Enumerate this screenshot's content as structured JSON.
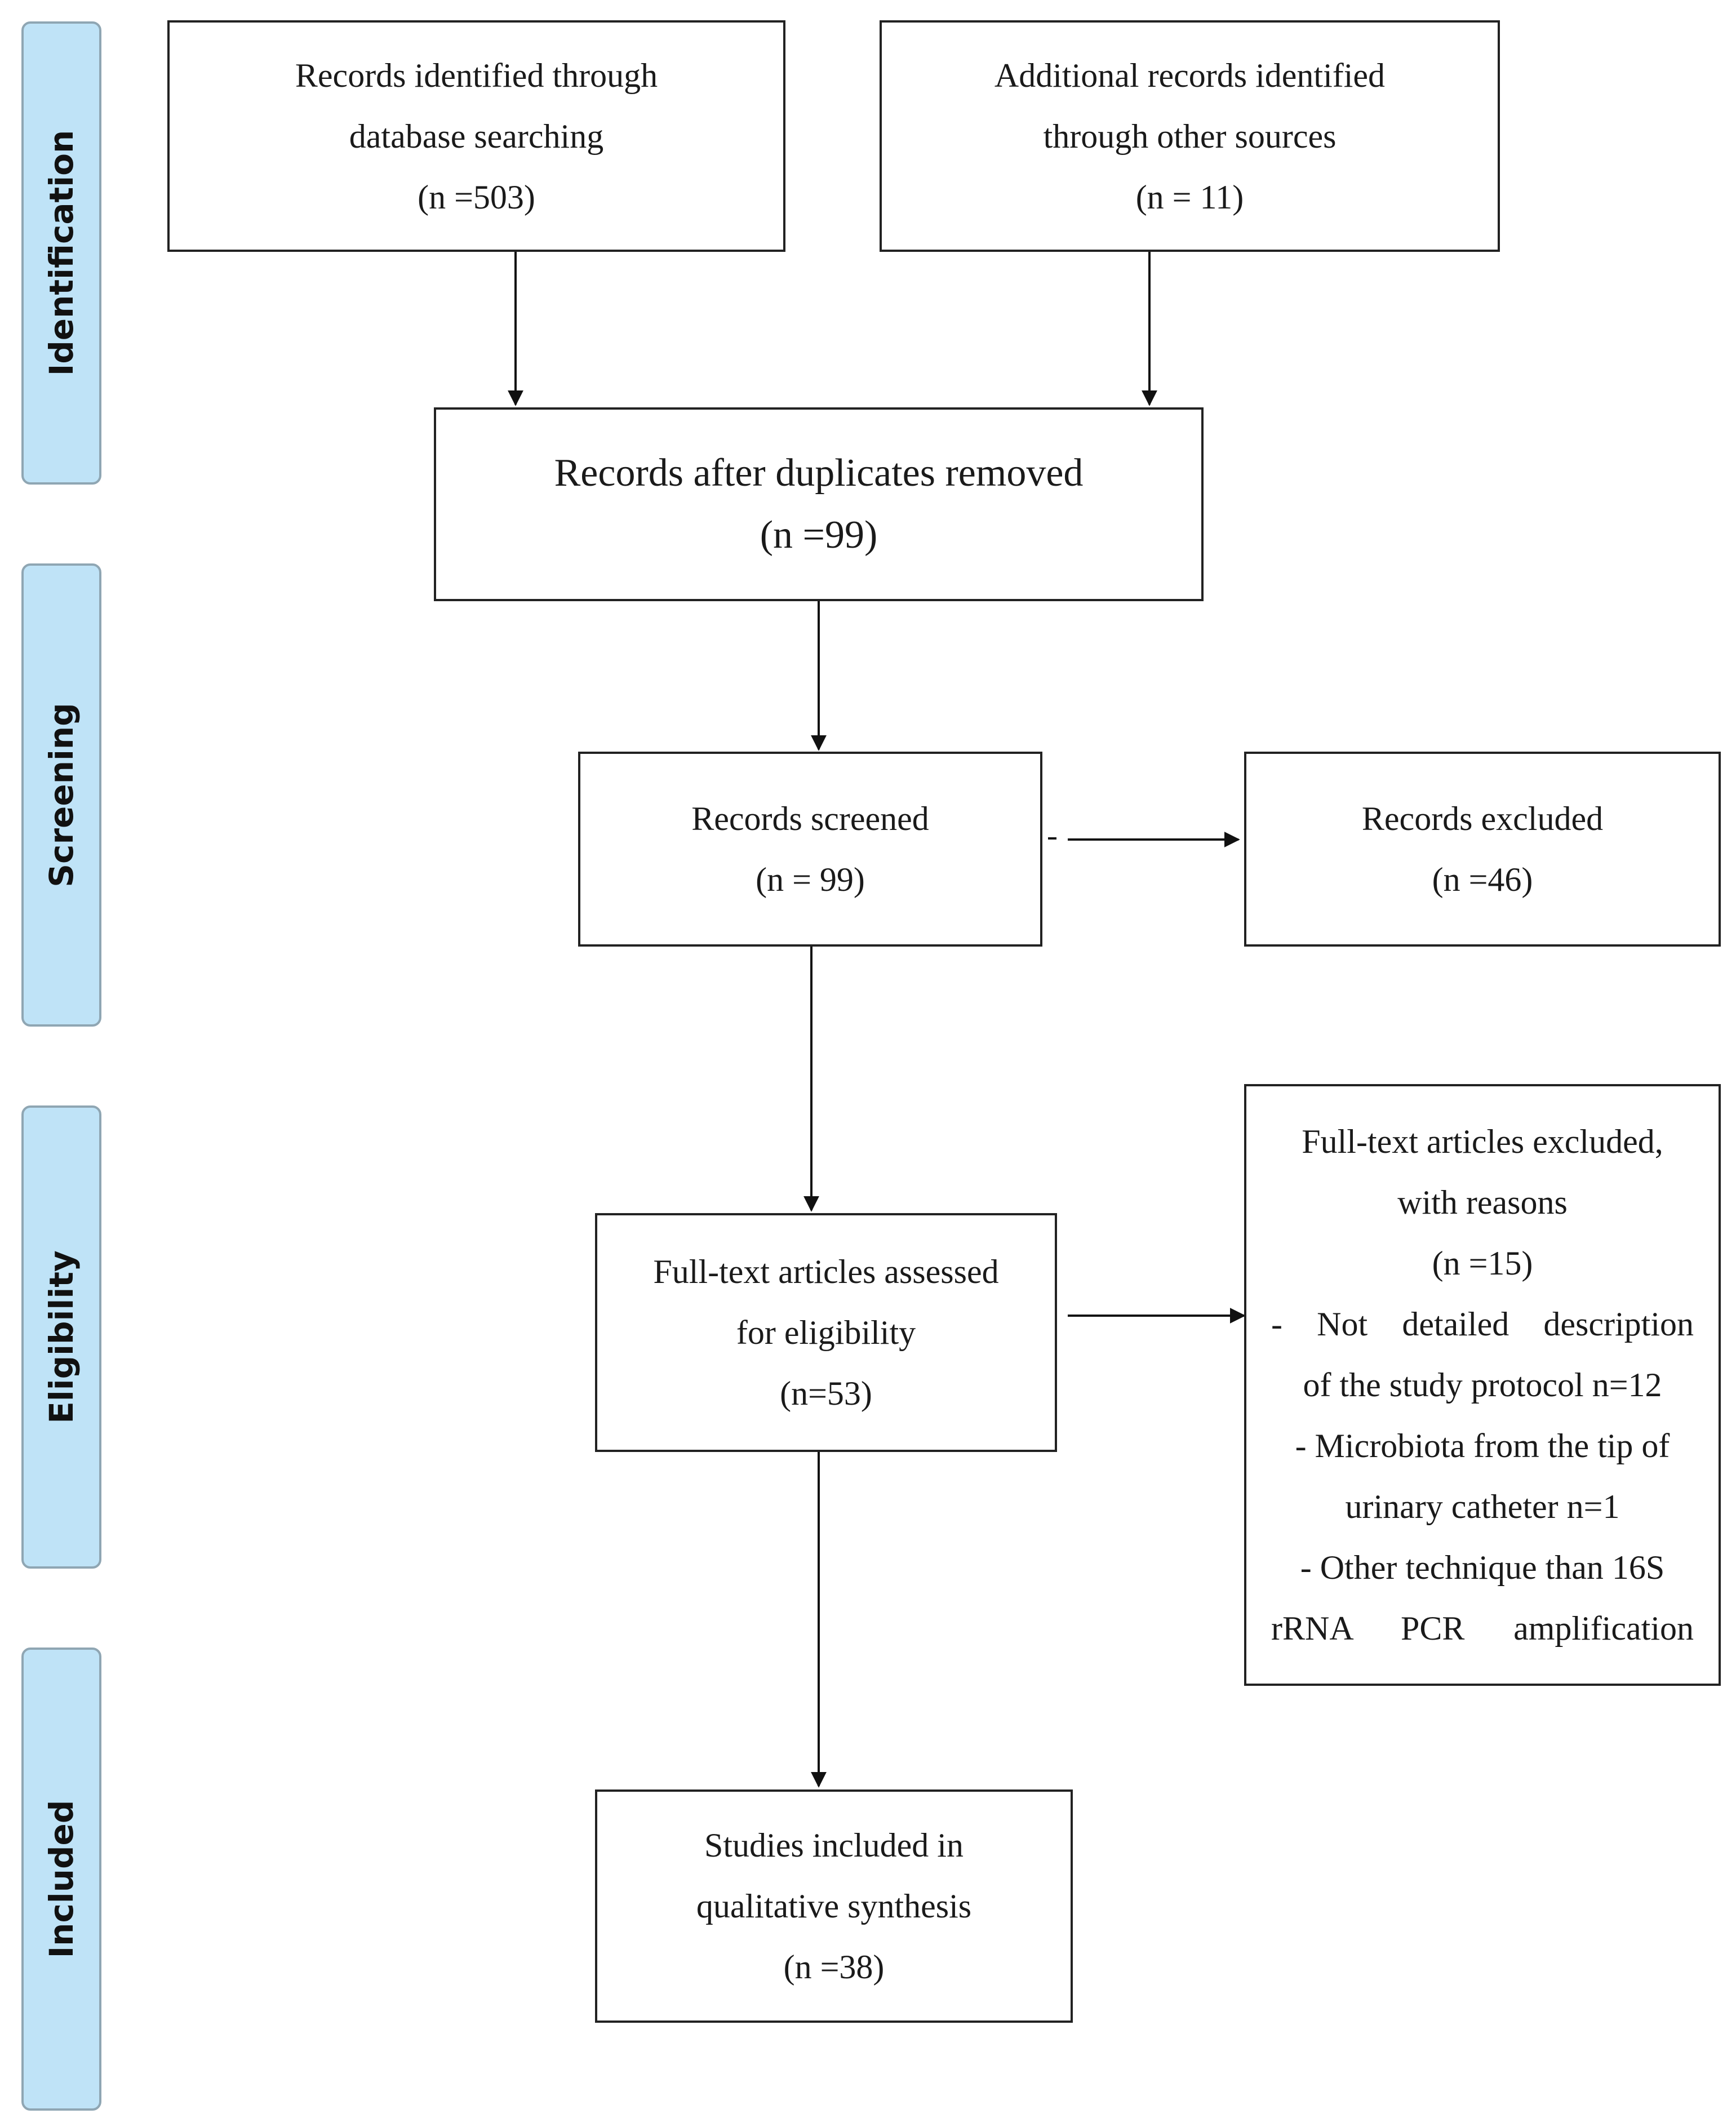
{
  "phases": {
    "identification": "Identification",
    "screening": "Screening",
    "eligibility": "Eligibility",
    "included": "Included"
  },
  "boxes": {
    "database": {
      "line1": "Records identified through",
      "line2": "database searching",
      "count": "(n =503)"
    },
    "other_sources": {
      "line1": "Additional records identified",
      "line2": "through other sources",
      "count": "(n = 11)"
    },
    "after_duplicates": {
      "line1": "Records after duplicates removed",
      "count": "(n =99)"
    },
    "screened": {
      "line1": "Records screened",
      "count": "(n = 99)"
    },
    "excluded": {
      "line1": "Records excluded",
      "count": "(n =46)"
    },
    "fulltext_assessed": {
      "line1": "Full-text articles assessed",
      "line2": "for eligibility",
      "count": "(n=53)"
    },
    "fulltext_excluded": {
      "line1": "Full-text articles excluded,",
      "line2": "with reasons",
      "count": "(n =15)",
      "reasons": [
        "- Not detailed description",
        "of the study protocol n=12",
        "- Microbiota from the tip of",
        "urinary catheter n=1",
        "- Other technique than 16S",
        "rRNA PCR amplification"
      ]
    },
    "included": {
      "line1": "Studies included in",
      "line2": "qualitative synthesis",
      "count": "(n =38)"
    }
  }
}
